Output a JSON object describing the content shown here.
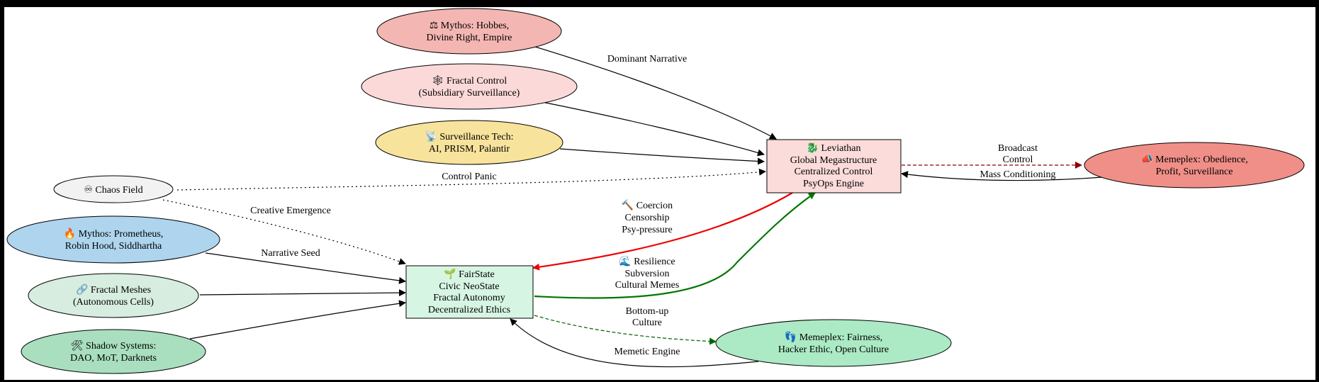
{
  "nodes": {
    "mythos_hobbes": {
      "line1": "⚖ Mythos: Hobbes,",
      "line2": "Divine Right, Empire",
      "fill": "#f4b6b2"
    },
    "fractal_control": {
      "line1": "🕸 Fractal Control",
      "line2": "(Subsidiary Surveillance)",
      "fill": "#fbd9d8"
    },
    "surveillance": {
      "line1": "📡 Surveillance Tech:",
      "line2": "AI, PRISM, Palantir",
      "fill": "#f7e39b"
    },
    "chaos": {
      "line1": "♾ Chaos Field",
      "fill": "#f2f2f2"
    },
    "mythos_prom": {
      "line1": "🔥 Mythos: Prometheus,",
      "line2": "Robin Hood, Siddhartha",
      "fill": "#aed4ee"
    },
    "fractal_meshes": {
      "line1": "🔗 Fractal Meshes",
      "line2": "(Autonomous Cells)",
      "fill": "#d6eddf"
    },
    "shadow": {
      "line1": "🛠 Shadow Systems:",
      "line2": "DAO, MoT, Darknets",
      "fill": "#a9dfbf"
    },
    "leviathan": {
      "line1": "🐉 Leviathan",
      "line2": "Global Megastructure",
      "line3": "Centralized Control",
      "line4": "PsyOps Engine",
      "fill": "#fbdcda"
    },
    "fairstate": {
      "line1": "🌱 FairState",
      "line2": "Civic NeoState",
      "line3": "Fractal Autonomy",
      "line4": "Decentralized Ethics",
      "fill": "#d6f5e3"
    },
    "memeplex_obed": {
      "line1": "📣 Memeplex: Obedience,",
      "line2": "Profit, Surveillance",
      "fill": "#f08f87"
    },
    "memeplex_fair": {
      "line1": "👣 Memeplex: Fairness,",
      "line2": "Hacker Ethic, Open Culture",
      "fill": "#abeac4"
    }
  },
  "edges": {
    "dominant_narrative": "Dominant Narrative",
    "control_panic": "Control Panic",
    "creative_emergence": "Creative Emergence",
    "narrative_seed": "Narrative Seed",
    "broadcast_1": "Broadcast",
    "broadcast_2": "Control",
    "mass_conditioning": "Mass Conditioning",
    "coercion_1": "🔨 Coercion",
    "coercion_2": "Censorship",
    "coercion_3": "Psy-pressure",
    "resilience_1": "🌊 Resilience",
    "resilience_2": "Subversion",
    "resilience_3": "Cultural Memes",
    "bottomup_1": "Bottom-up",
    "bottomup_2": "Culture",
    "memetic_engine": "Memetic Engine"
  },
  "colors": {
    "coercion": "#ee0000",
    "resilience": "#007700",
    "broadcast": "#8b0000",
    "bottomup": "#006400",
    "default": "#000000"
  }
}
